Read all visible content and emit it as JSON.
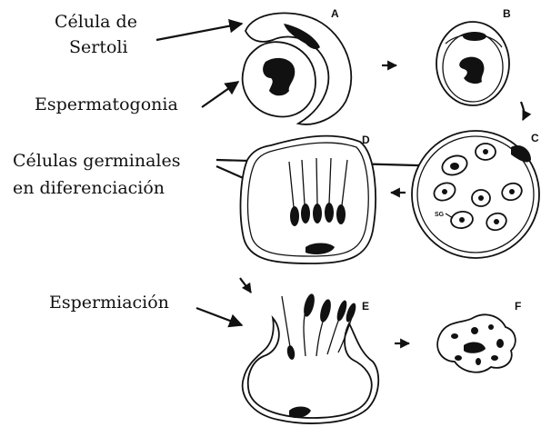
{
  "labels": {
    "sertoli_line1": "Célula de",
    "sertoli_line2": "Sertoli",
    "spermatogonia": "Espermatogonia",
    "germ_line1": "Células germinales",
    "germ_line2": "en diferenciación",
    "spermiation": "Espermiación"
  },
  "panels": [
    "A",
    "B",
    "C",
    "D",
    "E",
    "F"
  ],
  "sg_label": "SG",
  "colors": {
    "ink": "#111111",
    "background": "#ffffff"
  }
}
